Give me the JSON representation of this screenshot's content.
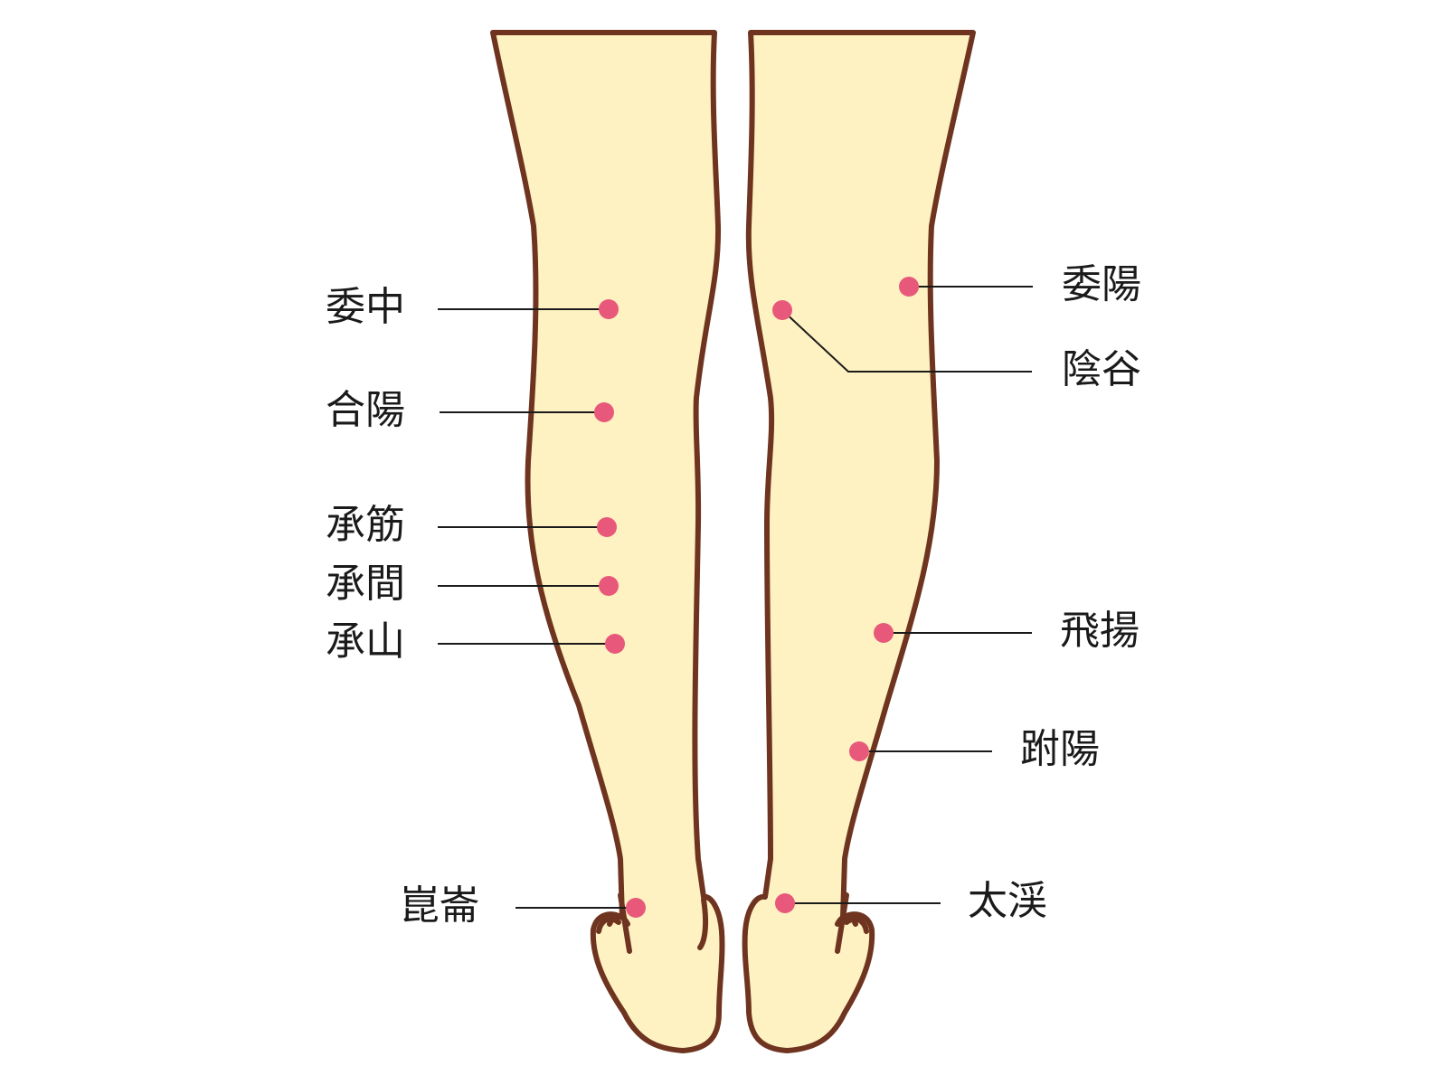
{
  "colors": {
    "leg_fill": "#fff2c2",
    "outline": "#6e3420",
    "point": "#e8587a",
    "leader": "#1a1a1a",
    "text": "#1a1a1a"
  },
  "points_left": [
    {
      "id": "ichu",
      "label": "委中"
    },
    {
      "id": "goyo",
      "label": "合陽"
    },
    {
      "id": "shokin",
      "label": "承筋"
    },
    {
      "id": "shokan",
      "label": "承間"
    },
    {
      "id": "shozan",
      "label": "承山"
    },
    {
      "id": "konron",
      "label": "崑崙"
    }
  ],
  "points_right": [
    {
      "id": "iyo",
      "label": "委陽"
    },
    {
      "id": "inkoku",
      "label": "陰谷"
    },
    {
      "id": "hiyo",
      "label": "飛揚"
    },
    {
      "id": "fuyo",
      "label": "跗陽"
    },
    {
      "id": "taikei",
      "label": "太渓"
    }
  ]
}
